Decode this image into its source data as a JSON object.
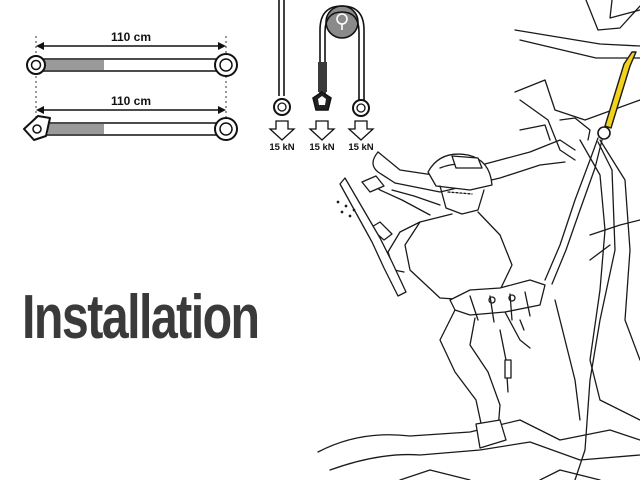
{
  "title": "Installation",
  "sling_diagram": {
    "length_label_top": "110 cm",
    "length_label_bottom": "110 cm"
  },
  "strength_diagram": {
    "labels": [
      "15 kN",
      "15 kN",
      "15 kN"
    ]
  },
  "colors": {
    "gray_band": "#9a9a9a",
    "yellow_sling": "#f2d21b",
    "line": "#1a1a1a"
  }
}
